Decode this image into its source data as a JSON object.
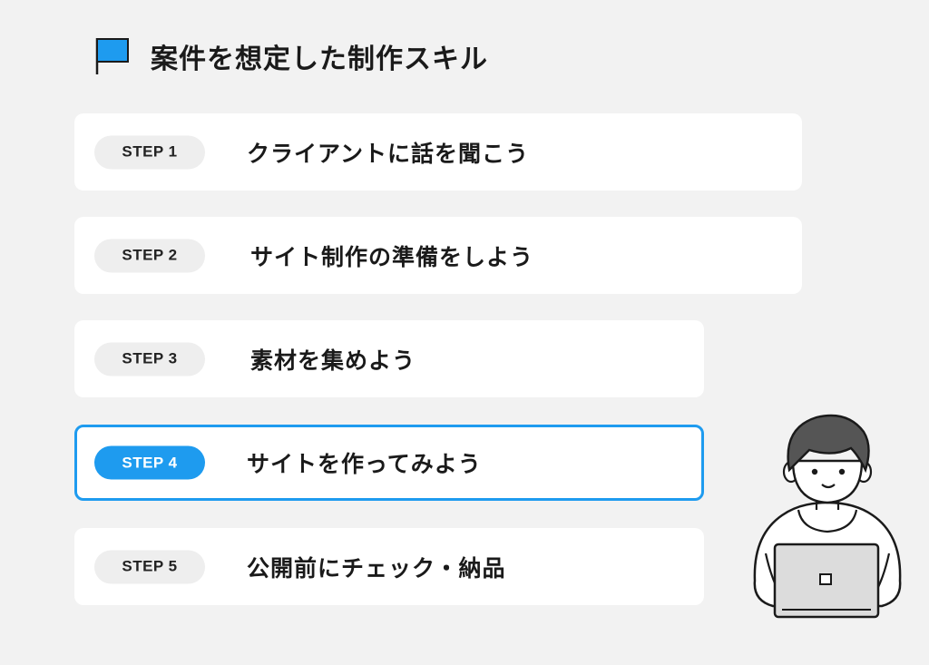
{
  "header": {
    "flag_icon": "flag-icon",
    "flag_color": "#1e9bef",
    "title": "案件を想定した制作スキル"
  },
  "steps": [
    {
      "badge": "STEP 1",
      "label": "クライアントに話を聞こう",
      "active": false
    },
    {
      "badge": "STEP 2",
      "label": "サイト制作の準備をしよう",
      "active": false
    },
    {
      "badge": "STEP 3",
      "label": "素材を集めよう",
      "active": false
    },
    {
      "badge": "STEP 4",
      "label": "サイトを作ってみよう",
      "active": true
    },
    {
      "badge": "STEP 5",
      "label": "公開前にチェック・納品",
      "active": false
    }
  ],
  "colors": {
    "accent": "#1e9bef",
    "background": "#f2f2f2",
    "card": "#ffffff",
    "badge_inactive": "#eeeeee"
  },
  "illustration": "person-with-laptop-illustration"
}
